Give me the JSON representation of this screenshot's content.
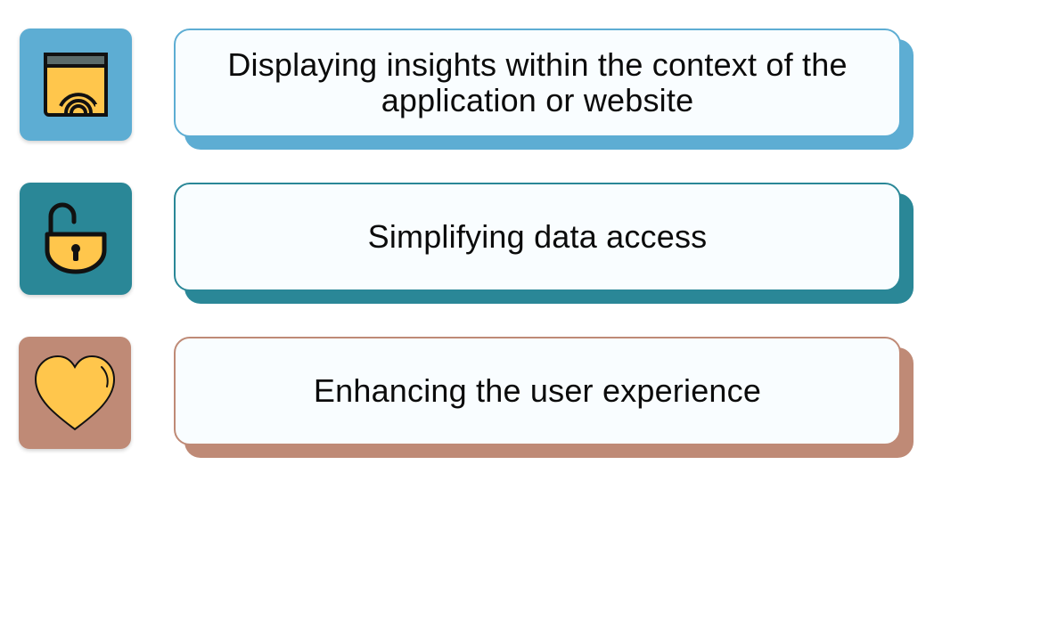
{
  "items": [
    {
      "text": "Displaying insights within the context of the application or website",
      "icon": "browser-wifi-icon",
      "color": "#5dadd3"
    },
    {
      "text": "Simplifying data access",
      "icon": "unlocked-padlock-icon",
      "color": "#2a8797"
    },
    {
      "text": "Enhancing the user experience",
      "icon": "heart-icon",
      "color": "#bf8a76"
    }
  ],
  "colors": {
    "icon_fill": "#ffc64c",
    "icon_stroke": "#111111",
    "card_background": "#f9fdff"
  }
}
